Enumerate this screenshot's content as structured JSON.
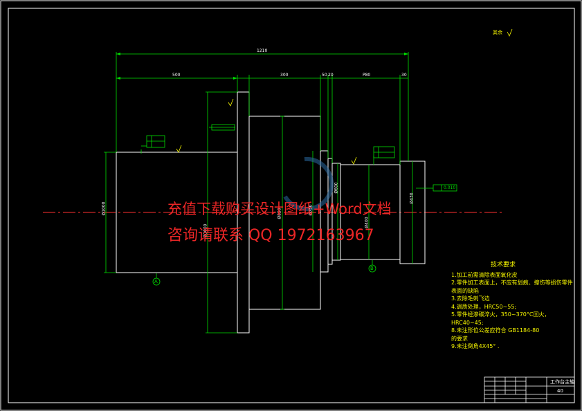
{
  "dimensions": {
    "total_length": "1210",
    "seg1": "500",
    "seg2": "300",
    "seg3": "50",
    "seg4": "20",
    "seg5": "P80",
    "seg6": "30",
    "dia_left": "Ø1000",
    "dia_mid_a": "Ø1000",
    "dia_mid_b": "Ø850",
    "dia_mid_c": "Ø750",
    "dia_small_a": "Ø600",
    "dia_small_b": "Ø400",
    "dia_right": "Ø430"
  },
  "datum_labels": {
    "a": "A",
    "b": "B"
  },
  "surface_mark": "其余",
  "tolerance_value": "0.010",
  "requirements": {
    "title": "技术要求",
    "items": [
      "1.加工前需清除表面氧化皮",
      "2.零件加工表面上，不应有划痕、擦伤等损伤零件",
      "  表面的缺陷",
      "3.去除毛刺飞边",
      "4.调质处理，HRC50~55;",
      "5.零件经渗碳淬火，350~370°C回火，",
      "  HRC40~45;",
      "8.未注形位公差应符合   GB1184-80",
      "  的要求",
      "9.未注倒角4X45°  ."
    ]
  },
  "title_block": {
    "name": "工作台主轴",
    "code": "40"
  },
  "watermark": {
    "line1": "充值下载购买设计图纸+Word文档",
    "line2": "咨询请联系 QQ 1972163967"
  },
  "colors": {
    "line": "#ffffff",
    "dim": "#00e000",
    "text": "#f5f500",
    "watermark": "#ff2a2a",
    "centerline": "#ff3030",
    "bg": "#000000"
  }
}
